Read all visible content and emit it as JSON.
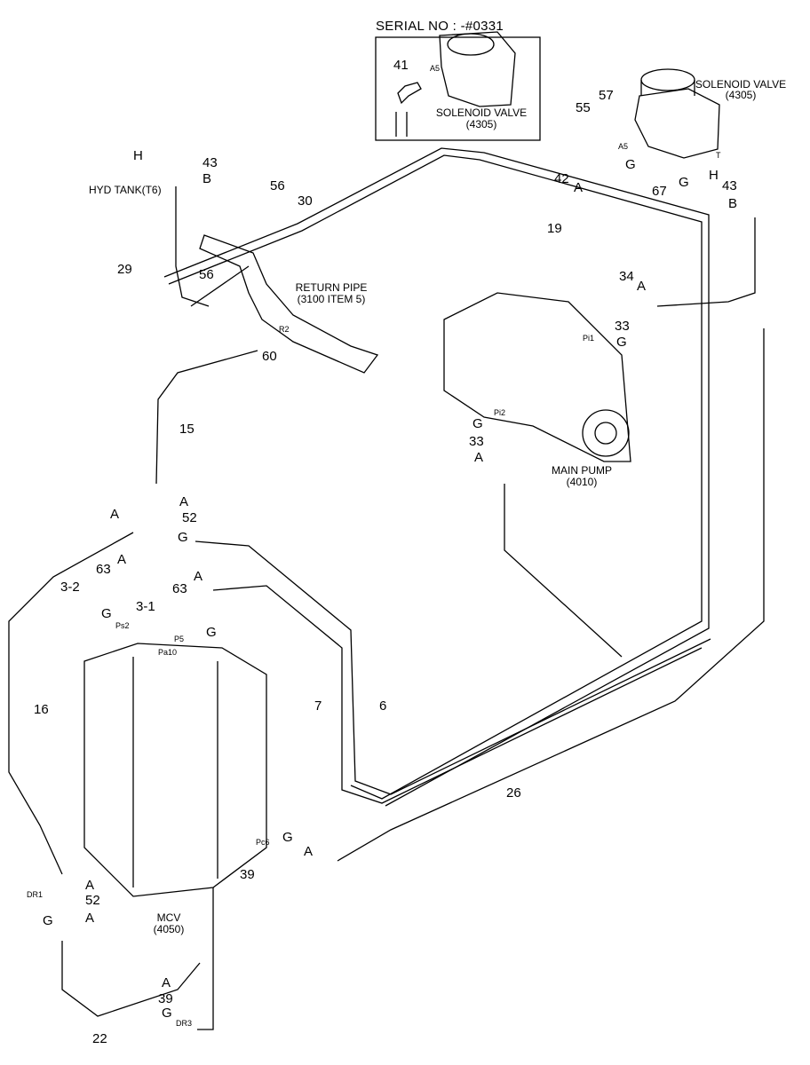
{
  "serial_box": {
    "title": "SERIAL NO : -#0331",
    "item": "41",
    "port": "A5",
    "caption_line1": "SOLENOID VALVE",
    "caption_line2": "(4305)"
  },
  "solenoid": {
    "caption_line1": "SOLENOID VALVE",
    "caption_line2": "(4305)",
    "port_a5": "A5",
    "port_t": "T"
  },
  "return_pipe": {
    "line1": "RETURN PIPE",
    "line2": "(3100 ITEM 5)",
    "port": "R2"
  },
  "main_pump": {
    "line1": "MAIN PUMP",
    "line2": "(4010)",
    "port_pi1": "Pi1",
    "port_pi2": "Pi2"
  },
  "mcv": {
    "line1": "MCV",
    "line2": "(4050)",
    "port_ps2": "Ps2",
    "port_pa10": "Pa10",
    "port_p5": "P5",
    "port_pc6": "Pc6",
    "port_dr1": "DR1",
    "port_dr3": "DR3"
  },
  "hyd_tank": "HYD TANK(T6)",
  "callouts": {
    "c15": "15",
    "c16": "16",
    "c19": "19",
    "c22": "22",
    "c26": "26",
    "c29": "29",
    "c30": "30",
    "c33a": "33",
    "c33b": "33",
    "c34": "34",
    "c3_1": "3-1",
    "c3_2": "3-2",
    "c39a": "39",
    "c39b": "39",
    "c42": "42",
    "c43a": "43",
    "c43b": "43",
    "c52a": "52",
    "c52b": "52",
    "c55": "55",
    "c56a": "56",
    "c56b": "56",
    "c57": "57",
    "c6": "6",
    "c60": "60",
    "c63a": "63",
    "c63b": "63",
    "c67": "67",
    "c7": "7"
  },
  "letters": {
    "A": "A",
    "B": "B",
    "G": "G",
    "H": "H"
  }
}
